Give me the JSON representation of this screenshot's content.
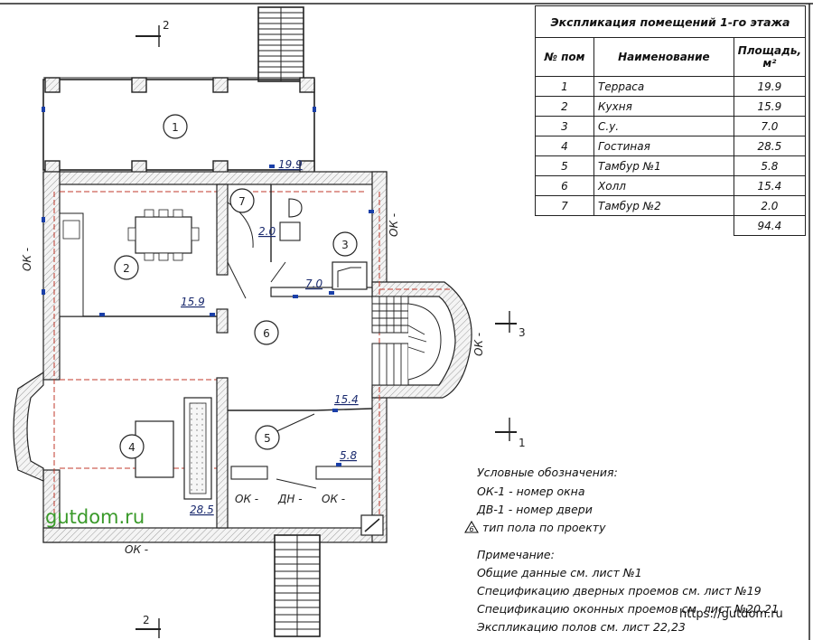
{
  "explication": {
    "title": "Экспликация помещений 1-го этажа",
    "col_num": "№ пом",
    "col_name": "Наименование",
    "col_area": "Площадь, м²",
    "rows": [
      {
        "n": "1",
        "name": "Терраса",
        "area": "19.9"
      },
      {
        "n": "2",
        "name": "Кухня",
        "area": "15.9"
      },
      {
        "n": "3",
        "name": "С.у.",
        "area": "7.0"
      },
      {
        "n": "4",
        "name": "Гостиная",
        "area": "28.5"
      },
      {
        "n": "5",
        "name": "Тамбур №1",
        "area": "5.8"
      },
      {
        "n": "6",
        "name": "Холл",
        "area": "15.4"
      },
      {
        "n": "7",
        "name": "Тамбур №2",
        "area": "2.0"
      }
    ],
    "total": "94.4"
  },
  "plan": {
    "room_numbers": [
      "1",
      "2",
      "3",
      "4",
      "5",
      "6",
      "7"
    ],
    "areas": {
      "terrace": "19.9",
      "kitchen": "15.9",
      "bath": "7.0",
      "living": "28.5",
      "vestibule1": "5.8",
      "hall": "15.4",
      "vestibule2": "2.0"
    },
    "section_marks": {
      "s2": "2",
      "s3": "3",
      "s1": "1"
    },
    "window_marks": [
      "ОК -",
      "ОК -",
      "ОК -",
      "ОК -",
      "ОК -",
      "ОК -"
    ],
    "door_mark": "ДН -"
  },
  "legend": {
    "title": "Условные обозначения:",
    "window": "ОК-1 - номер окна",
    "door": "ДВ-1 - номер двери",
    "floor_symbol_num": "6",
    "floor": "тип пола по проекту"
  },
  "note": {
    "title": "Примечание:",
    "lines": [
      "Общие данные см. лист №1",
      "Спецификацию дверных проемов см. лист №19",
      "Спецификацию оконных проемов см. лист №20,21",
      "Экспликацию полов см. лист 22,23"
    ]
  },
  "watermarks": {
    "left": "gutdom.ru",
    "right": "https://gutdom.ru"
  },
  "colors": {
    "line": "#222222",
    "accent_blue": "#1a3fa8",
    "dim_red": "#c0392b",
    "watermark_green": "#3a9a2a"
  }
}
